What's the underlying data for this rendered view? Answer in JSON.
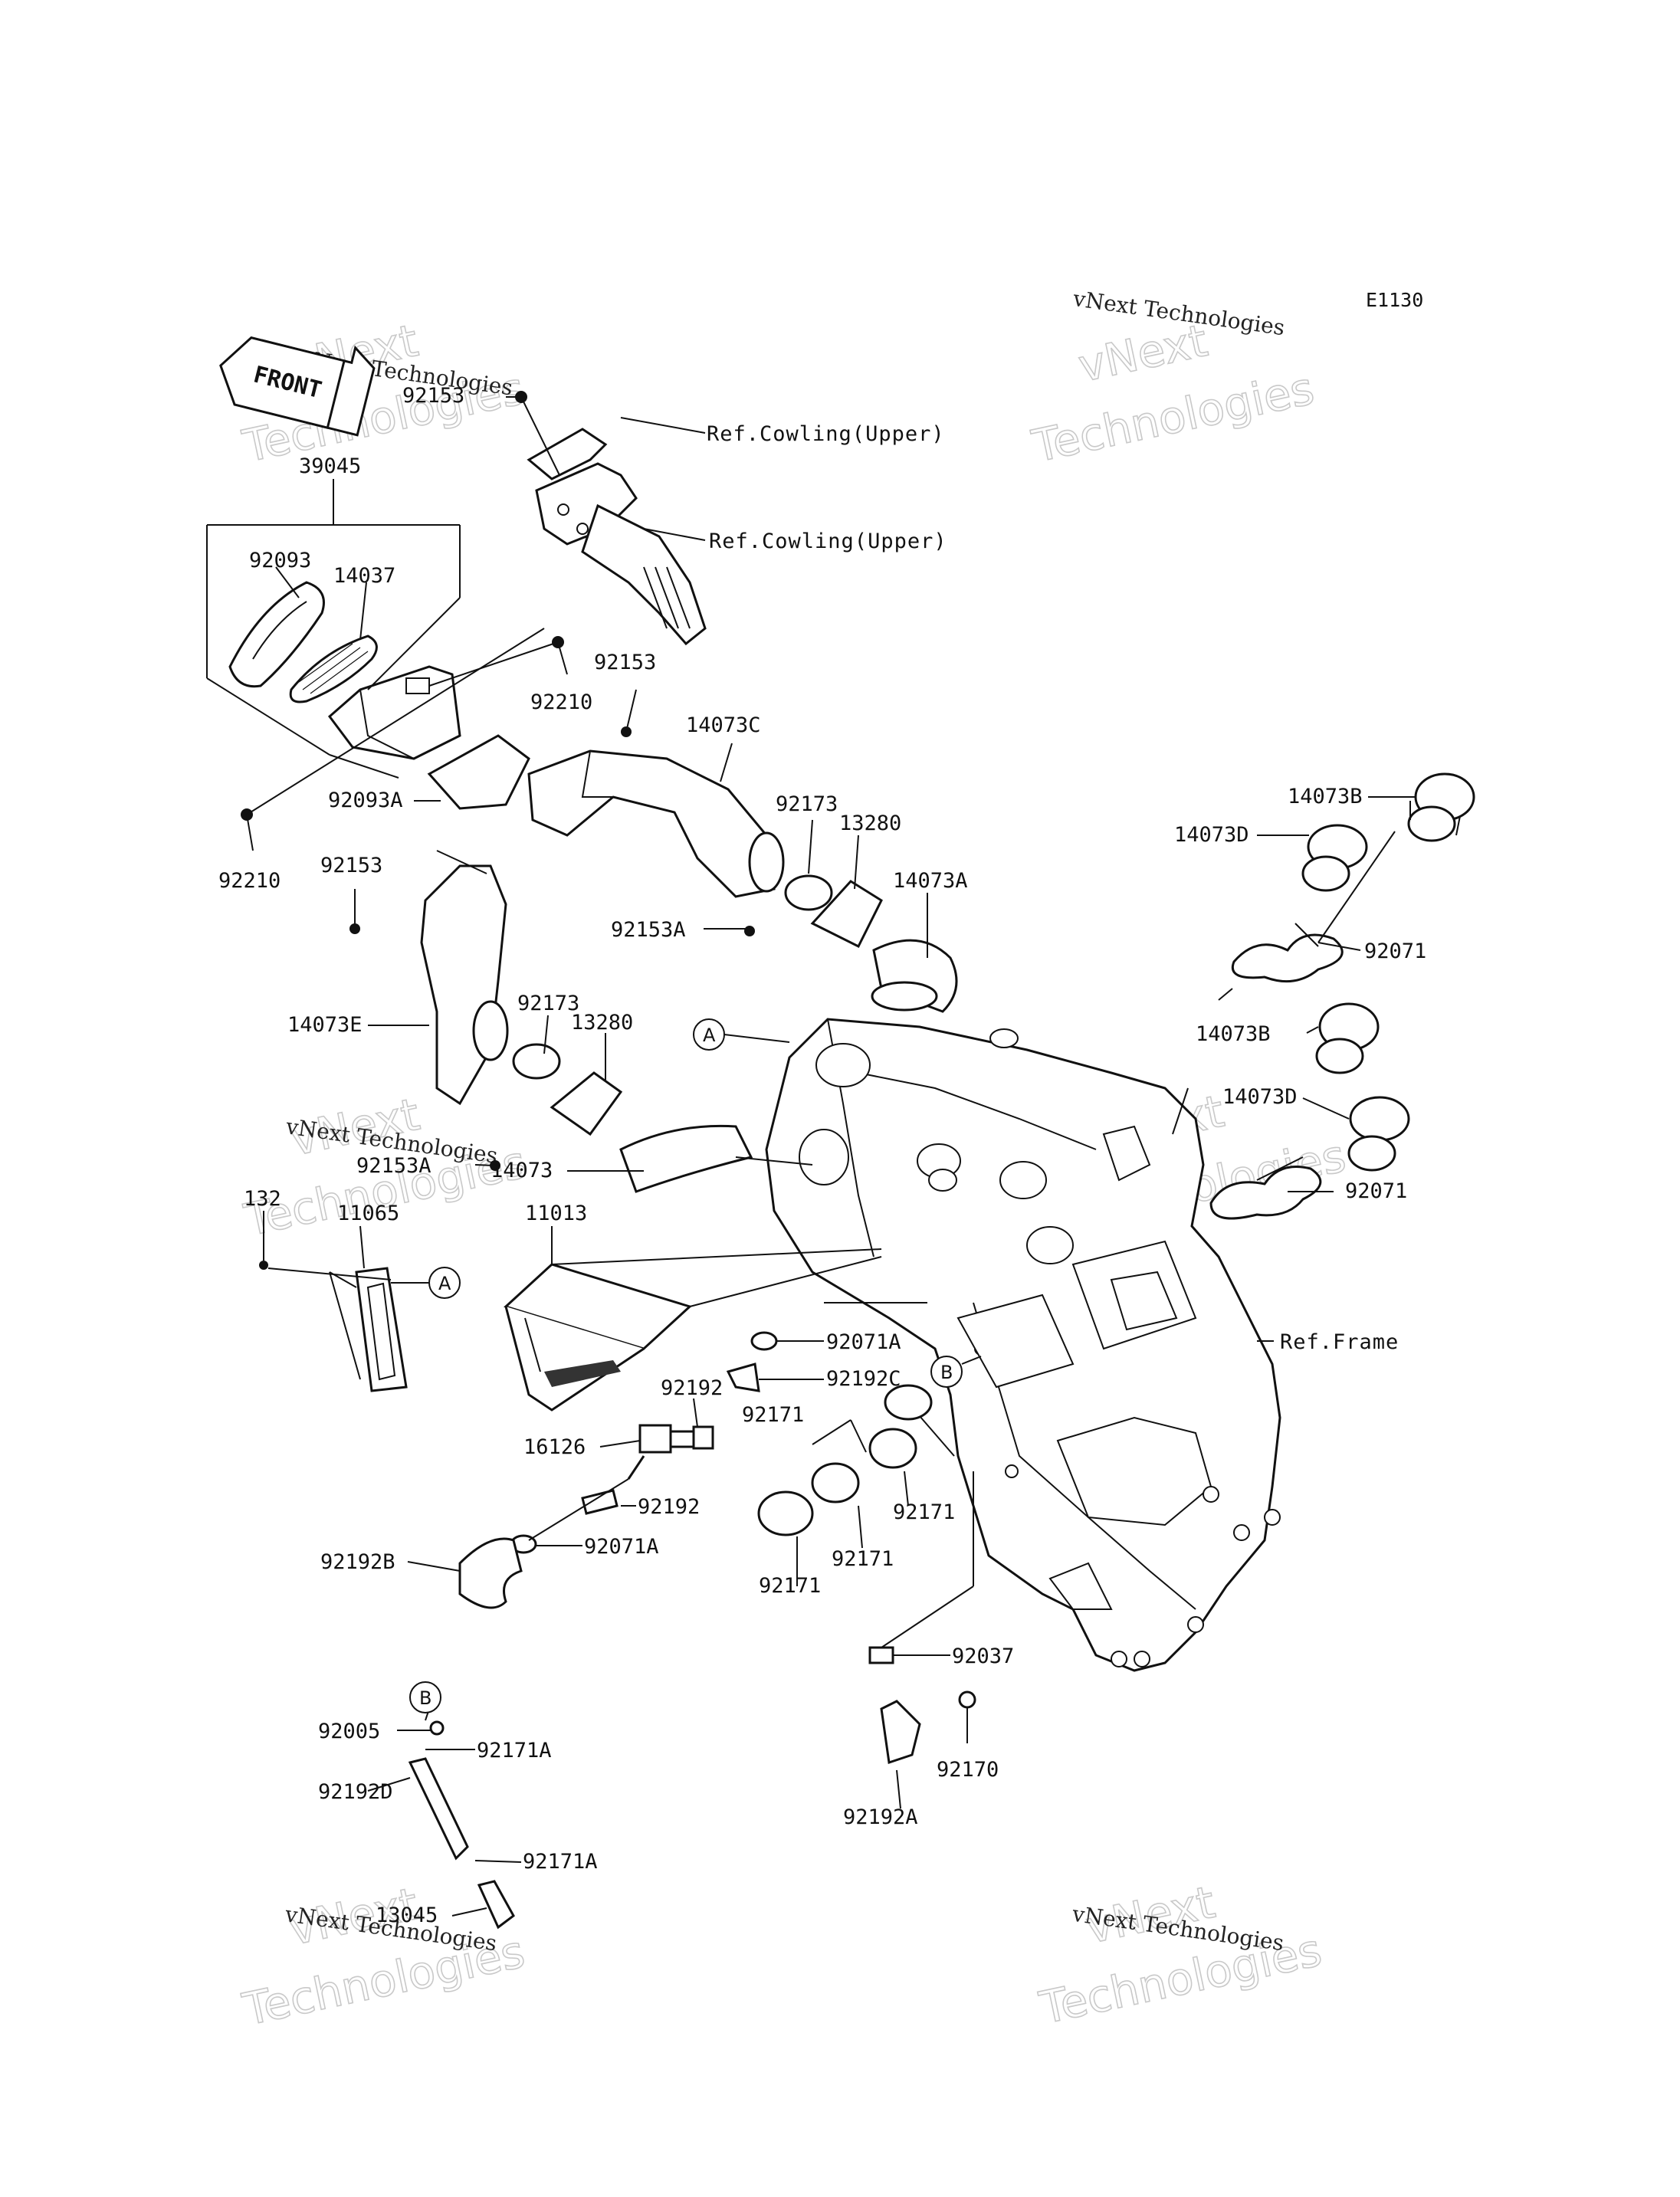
{
  "diagram_code": "E1130",
  "front_label": "FRONT",
  "watermark": {
    "line1": "vNext",
    "line2": "Technologies",
    "small": "vNext Technologies"
  },
  "refs": {
    "cowling_upper_1": "Ref.Cowling(Upper)",
    "cowling_upper_2": "Ref.Cowling(Upper)",
    "frame": "Ref.Frame"
  },
  "callouts": {
    "a1": "A",
    "a2": "A",
    "b1": "B",
    "b2": "B"
  },
  "labels": {
    "p92153_top": "92153",
    "p39045": "39045",
    "p92093": "92093",
    "p14037": "14037",
    "p92210_a": "92210",
    "p92153_b": "92153",
    "p14073C": "14073C",
    "p92093A": "92093A",
    "p92210_b": "92210",
    "p92153_c": "92153",
    "p92173_a": "92173",
    "p13280_a": "13280",
    "p14073A": "14073A",
    "p92153A_a": "92153A",
    "p14073B_a": "14073B",
    "p14073D_a": "14073D",
    "p92071_a": "92071",
    "p14073E": "14073E",
    "p92173_b": "92173",
    "p13280_b": "13280",
    "p14073B_b": "14073B",
    "p14073D_b": "14073D",
    "p92153A_b": "92153A",
    "p14073": "14073",
    "p92071_b": "92071",
    "p132": "132",
    "p11065": "11065",
    "p11013": "11013",
    "p92071A_a": "92071A",
    "p92192_a": "92192",
    "p92192C": "92192C",
    "p16126": "16126",
    "p92171_a": "92171",
    "p92192_b": "92192",
    "p92171_b": "92171",
    "p92192B": "92192B",
    "p92071A_b": "92071A",
    "p92171_c": "92171",
    "p92171_d": "92171",
    "p92037": "92037",
    "p92005": "92005",
    "p92171A_a": "92171A",
    "p92192D": "92192D",
    "p92170": "92170",
    "p92192A": "92192A",
    "p92171A_b": "92171A",
    "p13045": "13045"
  }
}
